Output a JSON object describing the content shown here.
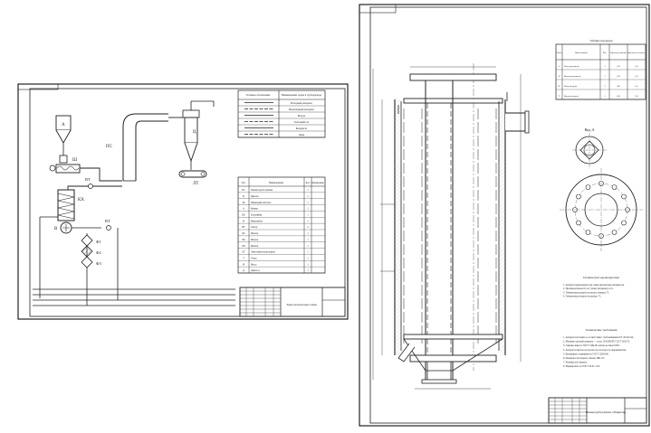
{
  "left_sheet": {
    "stamp_text": "Технологическая схема",
    "equipment_labels": {
      "hopper": "А",
      "screw_feeder": "Ш",
      "dryer_pipe": "ПС",
      "cyclone": "Ц",
      "conveyor": "ЛТ",
      "heat_exchanger": "КХ",
      "fan": "В",
      "valve_1": "ВТ",
      "valve_2": "ВТ",
      "filter_1": "Ф1",
      "filter_2": "Ф2",
      "filter_3": "Ф3"
    },
    "line_table": {
      "header_left": "Условное обозначение",
      "header_right": "Наименование среды в трубопроводе",
      "rows": [
        "Исходный материал",
        "Высушенный материал",
        "Воздух",
        "Топочный газ",
        "Конденсат",
        "Пары"
      ]
    },
    "spec_table": {
      "headers": [
        "Поз.",
        "Наименование",
        "Кол.",
        "Примечание"
      ],
      "rows": [
        [
          "ПС",
          "Пневмотрубасушилка",
          "1"
        ],
        [
          "Ц",
          "Циклон",
          "1"
        ],
        [
          "Ш",
          "Шнековый питатель",
          "1"
        ],
        [
          "А",
          "Бункер",
          "1"
        ],
        [
          "КХ",
          "Калорифер",
          "1"
        ],
        [
          "В",
          "Вентилятор",
          "1"
        ],
        [
          "ВТ",
          "Затвор",
          "2"
        ],
        [
          "Ф1",
          "Фильтр",
          "1"
        ],
        [
          "Ф2",
          "Фильтр",
          "1"
        ],
        [
          "Ф3",
          "Фильтр",
          "1"
        ],
        [
          "ЛТ",
          "Ленточный транспортер",
          "1"
        ],
        [
          "Т",
          "Топка",
          "1"
        ],
        [
          "Н",
          "Насос",
          "1"
        ],
        [
          "Д",
          "Дымосос",
          "1"
        ]
      ]
    }
  },
  "right_sheet": {
    "top_table": {
      "title": "Таблица штуцеров",
      "headers": [
        "Обозн.",
        "Наименование",
        "Кол.",
        "Проход условный",
        "Давление условное"
      ],
      "rows": [
        [
          "А",
          "Вход материала",
          "1",
          "150",
          "0,6"
        ],
        [
          "Б",
          "Выход материала",
          "1",
          "150",
          "0,6"
        ],
        [
          "В",
          "Вход воздуха",
          "1",
          "200",
          "0,6"
        ],
        [
          "Г",
          "Выход воздуха",
          "1",
          "200",
          "0,6"
        ]
      ]
    },
    "view_label": "Вид А",
    "tech_char_title": "Техническая характеристика",
    "tech_char_items": [
      "1. Аппарат предназначен для сушки дисперсных материалов.",
      "2. Производительность по сухому материалу, кг/ч.",
      "3. Температура воздуха на входе в аппарат, °С.",
      "4. Температура воздуха на выходе, °С."
    ],
    "tech_req_title": "Технические требования",
    "tech_req_items": [
      "1. Аппарат изготовить в соответствии с требованиями ОСТ 26-291-94.",
      "2. Материал деталей аппарата — сталь 12Х18Н10Т ГОСТ 5632-72.",
      "3. Сварные швы по ГОСТ 5264-80, контроль швов 100%.",
      "4. Аппарат испытать на прочность и плотность гидравлически.",
      "5. Фланцевые соединения по ГОСТ 12820-80.",
      "6. Поверхности покрыть эмалью ПФ-115.",
      "7. Размеры для справок.",
      "8. Маркировать по ГОСТ 26-01-1-83."
    ],
    "stamp_text": "Пневмотрубасушилка. Общий вид"
  }
}
